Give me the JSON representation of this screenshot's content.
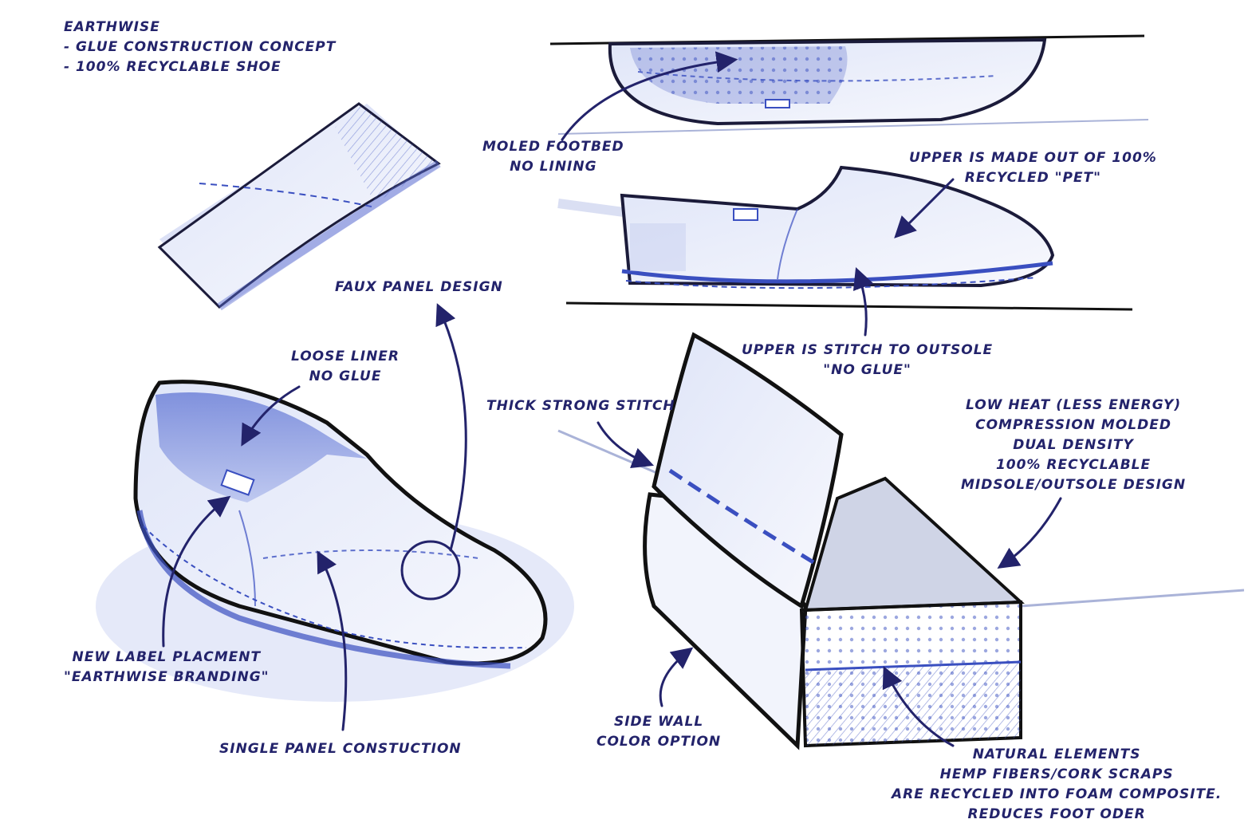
{
  "header": {
    "brand": "EARTHWISE",
    "line1": "- GLUE CONSTRUCTION CONCEPT",
    "line2": "- 100% RECYCLABLE SHOE"
  },
  "callouts": {
    "footbed": [
      "MOLED FOOTBED",
      "NO LINING"
    ],
    "upper_pet": [
      "UPPER IS MADE OUT OF 100%",
      "RECYCLED \"PET\""
    ],
    "faux_panel": [
      "FAUX PANEL DESIGN"
    ],
    "stitch_outsole": [
      "UPPER IS STITCH TO OUTSOLE",
      "\"NO GLUE\""
    ],
    "loose_liner": [
      "LOOSE LINER",
      "NO GLUE"
    ],
    "thick_stitch": [
      "THICK STRONG STITCH"
    ],
    "low_heat": [
      "LOW HEAT (LESS ENERGY)",
      "COMPRESSION  MOLDED",
      "DUAL DENSITY",
      "100% RECYCLABLE",
      "MIDSOLE/OUTSOLE DESIGN"
    ],
    "label_placement": [
      "NEW LABEL PLACMENT",
      "\"EARTHWISE BRANDING\""
    ],
    "single_panel": [
      "SINGLE PANEL CONSTUCTION"
    ],
    "side_wall": [
      "SIDE WALL",
      "COLOR OPTION"
    ],
    "natural": [
      "NATURAL ELEMENTS",
      "HEMP FIBERS/CORK SCRAPS",
      "ARE RECYCLED INTO FOAM COMPOSITE.",
      "REDUCES FOOT ODER"
    ]
  },
  "colors": {
    "ink": "#23236b",
    "pen_blue": "#3a4fc0",
    "marker_light": "#c7d0f0",
    "marker_mid": "#8f9fe0",
    "outline": "#111111"
  }
}
